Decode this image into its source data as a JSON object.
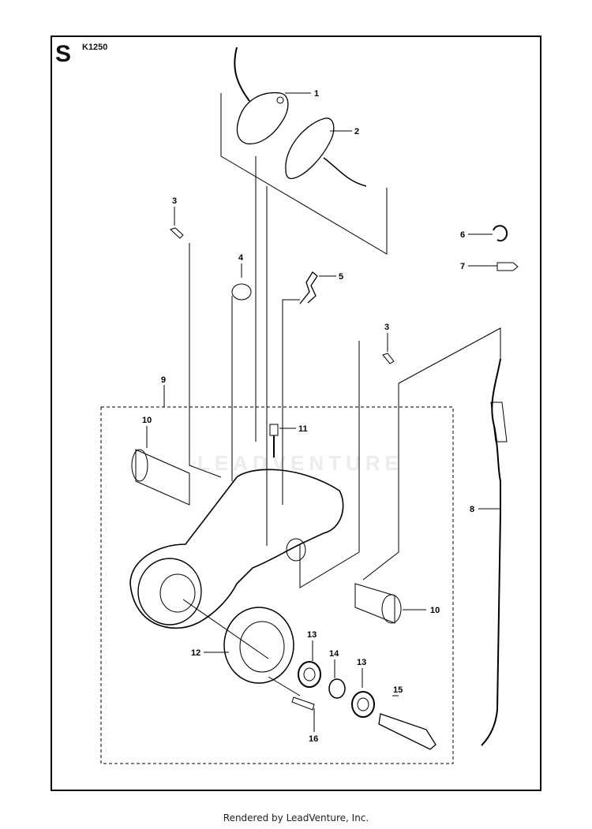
{
  "section_letter": "S",
  "model": "K1250",
  "watermark": "LEADVENTURE",
  "footer": "Rendered by LeadVenture, Inc.",
  "callouts": [
    {
      "id": "1",
      "label": "1"
    },
    {
      "id": "2",
      "label": "2"
    },
    {
      "id": "3a",
      "label": "3"
    },
    {
      "id": "3b",
      "label": "3"
    },
    {
      "id": "4",
      "label": "4"
    },
    {
      "id": "5",
      "label": "5"
    },
    {
      "id": "6",
      "label": "6"
    },
    {
      "id": "7",
      "label": "7"
    },
    {
      "id": "8",
      "label": "8"
    },
    {
      "id": "9",
      "label": "9"
    },
    {
      "id": "10a",
      "label": "10"
    },
    {
      "id": "10b",
      "label": "10"
    },
    {
      "id": "11",
      "label": "11"
    },
    {
      "id": "12",
      "label": "12"
    },
    {
      "id": "13a",
      "label": "13"
    },
    {
      "id": "13b",
      "label": "13"
    },
    {
      "id": "14",
      "label": "14"
    },
    {
      "id": "15",
      "label": "15"
    },
    {
      "id": "16",
      "label": "16"
    }
  ]
}
